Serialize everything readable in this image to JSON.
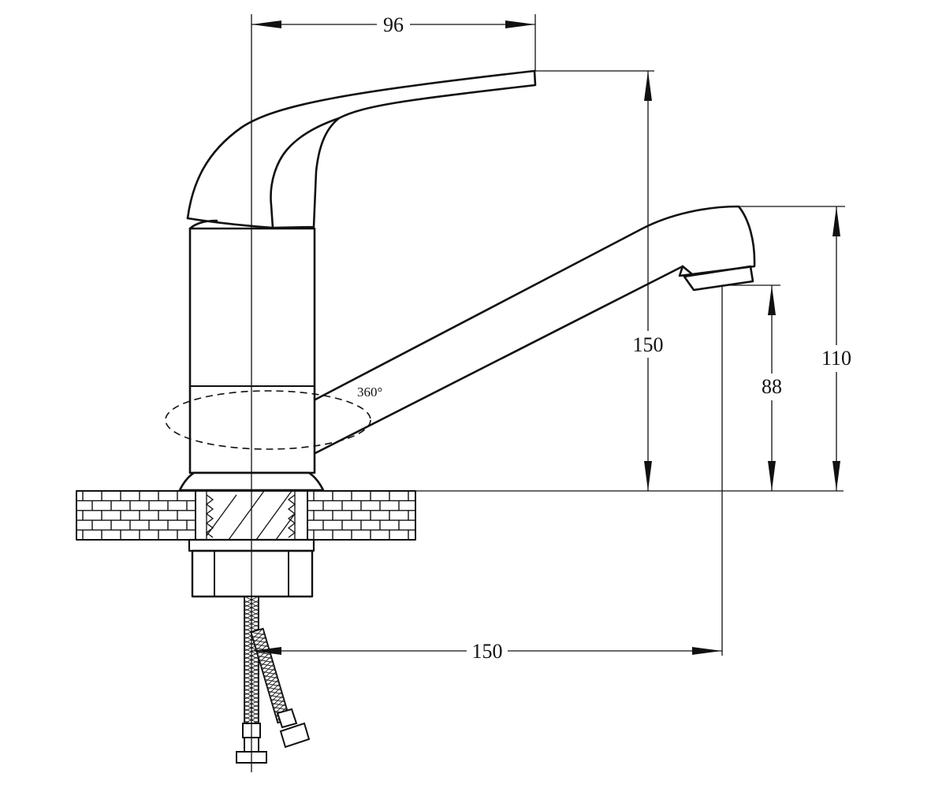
{
  "dimensions": {
    "handle_reach": "96",
    "handle_height": "150",
    "spout_height": "110",
    "outlet_height": "88",
    "spout_reach": "150"
  },
  "annotations": {
    "swivel_angle": "360°"
  }
}
